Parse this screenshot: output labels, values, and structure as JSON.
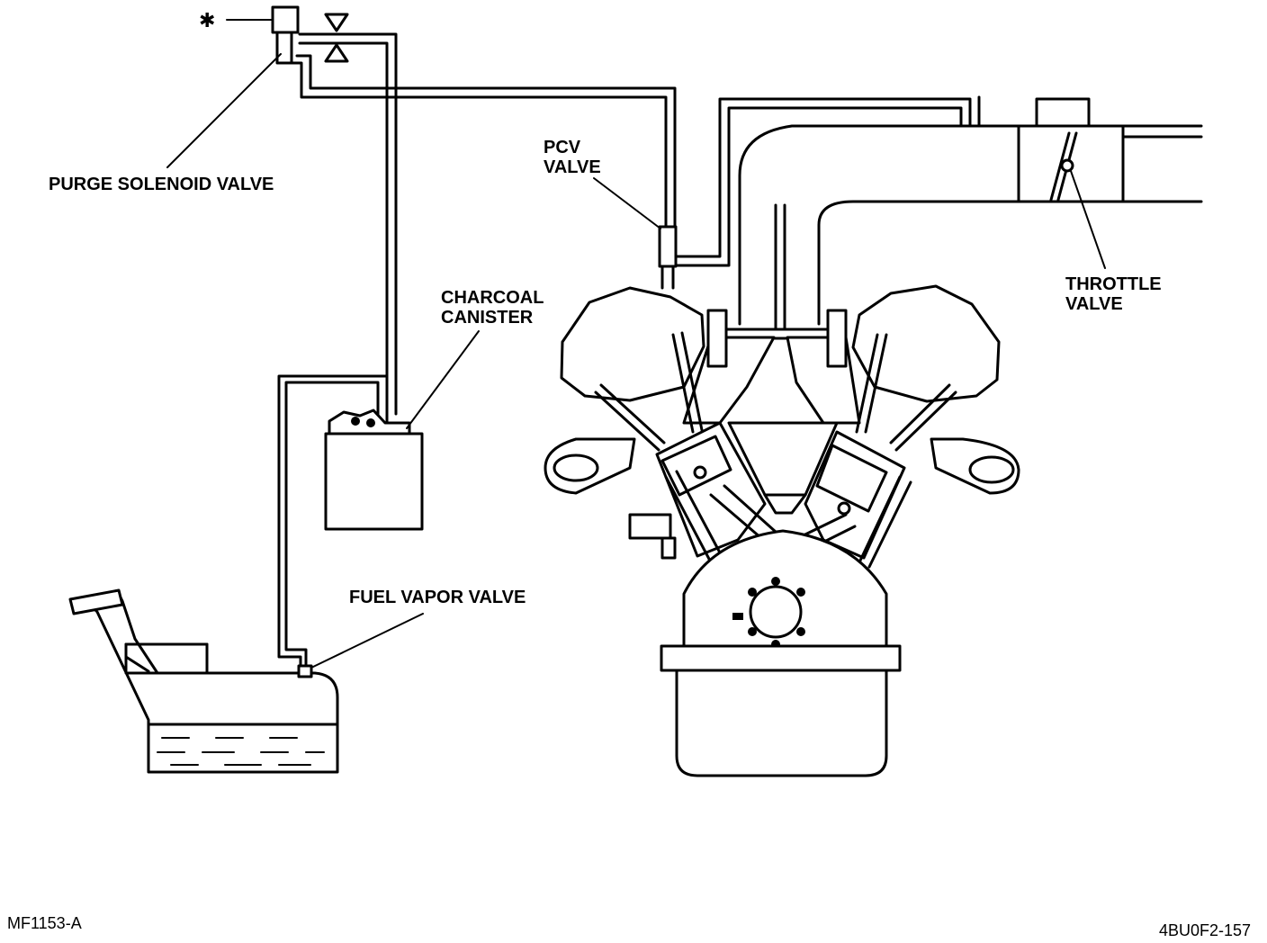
{
  "labels": {
    "purge_solenoid": "PURGE SOLENOID VALVE",
    "pcv_line1": "PCV",
    "pcv_line2": "VALVE",
    "charcoal_line1": "CHARCOAL",
    "charcoal_line2": "CANISTER",
    "throttle_line1": "THROTTLE",
    "throttle_line2": "VALVE",
    "fuel_vapor": "FUEL VAPOR VALVE"
  },
  "footnote_symbol": "✱",
  "codes": {
    "left": "MF1153-A",
    "right": "4BU0F2-157"
  }
}
